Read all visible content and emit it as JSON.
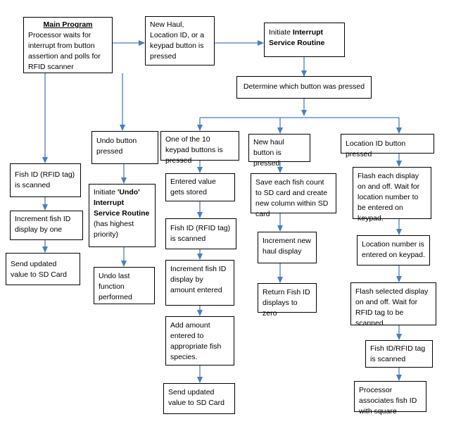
{
  "diagram": {
    "nodes": {
      "main": {
        "title": "Main Program",
        "text": "Processor waits for interrupt from button assertion and polls for RFID scanner"
      },
      "trigger": {
        "text": "New Haul,\nLocation ID, or a keypad button is pressed"
      },
      "isr": {
        "pre": "Initiate ",
        "bold": "Interrupt Service Routine"
      },
      "determine": {
        "text": "Determine which button was pressed"
      },
      "fish_scan": {
        "text": "Fish ID (RFID tag)\nis scanned"
      },
      "fish_inc": {
        "text": "Increment fish ID display by one"
      },
      "fish_send": {
        "text": "Send updated value to SD Card"
      },
      "undo": {
        "text": "Undo button pressed"
      },
      "undo_isr": {
        "pre": "Initiate ",
        "bold": "'Undo' Interrupt Service Routine",
        "post": " (has highest priority)"
      },
      "undo_last": {
        "text": "Undo last function performed"
      },
      "keypad": {
        "text": "One of the 10 keypad buttons is pressed"
      },
      "kp_store": {
        "text": "Entered value gets stored"
      },
      "kp_scan": {
        "text": "Fish ID (RFID tag)\nis scanned"
      },
      "kp_inc": {
        "text": "Increment fish ID display by amount entered"
      },
      "kp_add": {
        "text": "Add amount entered to appropriate fish species."
      },
      "kp_send": {
        "text": "Send updated value to SD Card"
      },
      "newhaul": {
        "text": "New haul button is pressed"
      },
      "nh_save": {
        "text": "Save each fish count to SD card and create new column within SD card"
      },
      "nh_inc": {
        "text": "Increment new haul display"
      },
      "nh_zero": {
        "text": "Return Fish ID displays to zero"
      },
      "loc": {
        "text": "Location ID button pressed"
      },
      "loc_flash": {
        "text": "Flash each display on and off. Wait for location number to be entered on keypad."
      },
      "loc_entered": {
        "text": "Location number is entered on keypad."
      },
      "loc_flash2": {
        "text": "Flash selected display on and off. Wait for RFID tag to be scanned."
      },
      "loc_tag": {
        "text": "Fish ID/RFID tag\nis scanned"
      },
      "loc_assoc": {
        "text": "Processor associates fish ID with square"
      }
    },
    "colors": {
      "arrow": "#4a7ebb",
      "border": "#000000"
    }
  }
}
